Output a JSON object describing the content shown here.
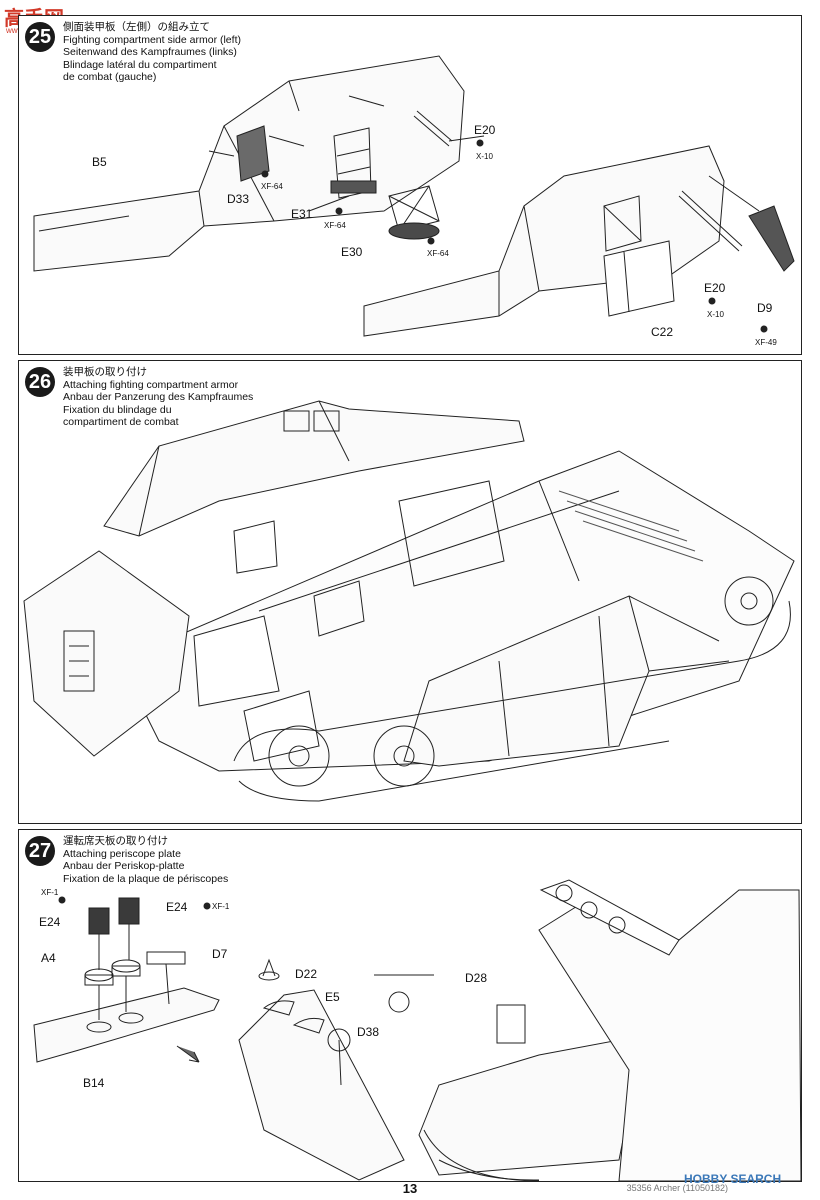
{
  "watermark": {
    "site_text": "高手网",
    "site_url": "www.gaoshou.com",
    "hobby_text": "HOBBY SEARCH"
  },
  "page": {
    "number": "13",
    "kit_code": "35356 Archer (11050182)"
  },
  "step25": {
    "number": "25",
    "title_ja": "側面装甲板（左側）の組み立て",
    "title_en": "Fighting compartment side armor (left)",
    "title_de": "Seitenwand des Kampfraumes (links)",
    "title_fr1": "Blindage latéral du compartiment",
    "title_fr2": "de combat (gauche)",
    "labels": {
      "b5": "B5",
      "d33": "D33",
      "e31": "E31",
      "e30": "E30",
      "e20a": "E20",
      "e20b": "E20",
      "d9": "D9",
      "c22": "C22"
    },
    "paints": {
      "xf64a": "XF-64",
      "xf64b": "XF-64",
      "xf64c": "XF-64",
      "x10a": "X-10",
      "x10b": "X-10",
      "xf49": "XF-49"
    }
  },
  "step26": {
    "number": "26",
    "title_ja": "装甲板の取り付け",
    "title_en": "Attaching fighting compartment armor",
    "title_de": "Anbau der Panzerung des Kampfraumes",
    "title_fr1": "Fixation du blindage du",
    "title_fr2": "compartiment de combat"
  },
  "step27": {
    "number": "27",
    "title_ja": "運転席天板の取り付け",
    "title_en": "Attaching periscope plate",
    "title_de": "Anbau der Periskop-platte",
    "title_fr": "Fixation de la plaque de périscopes",
    "labels": {
      "e24a": "E24",
      "e24b": "E24",
      "a4": "A4",
      "d7": "D7",
      "b14": "B14",
      "d22": "D22",
      "e5": "E5",
      "d38": "D38",
      "d28": "D28"
    },
    "paints": {
      "xf1a": "XF-1",
      "xf1b": "XF-1"
    }
  }
}
